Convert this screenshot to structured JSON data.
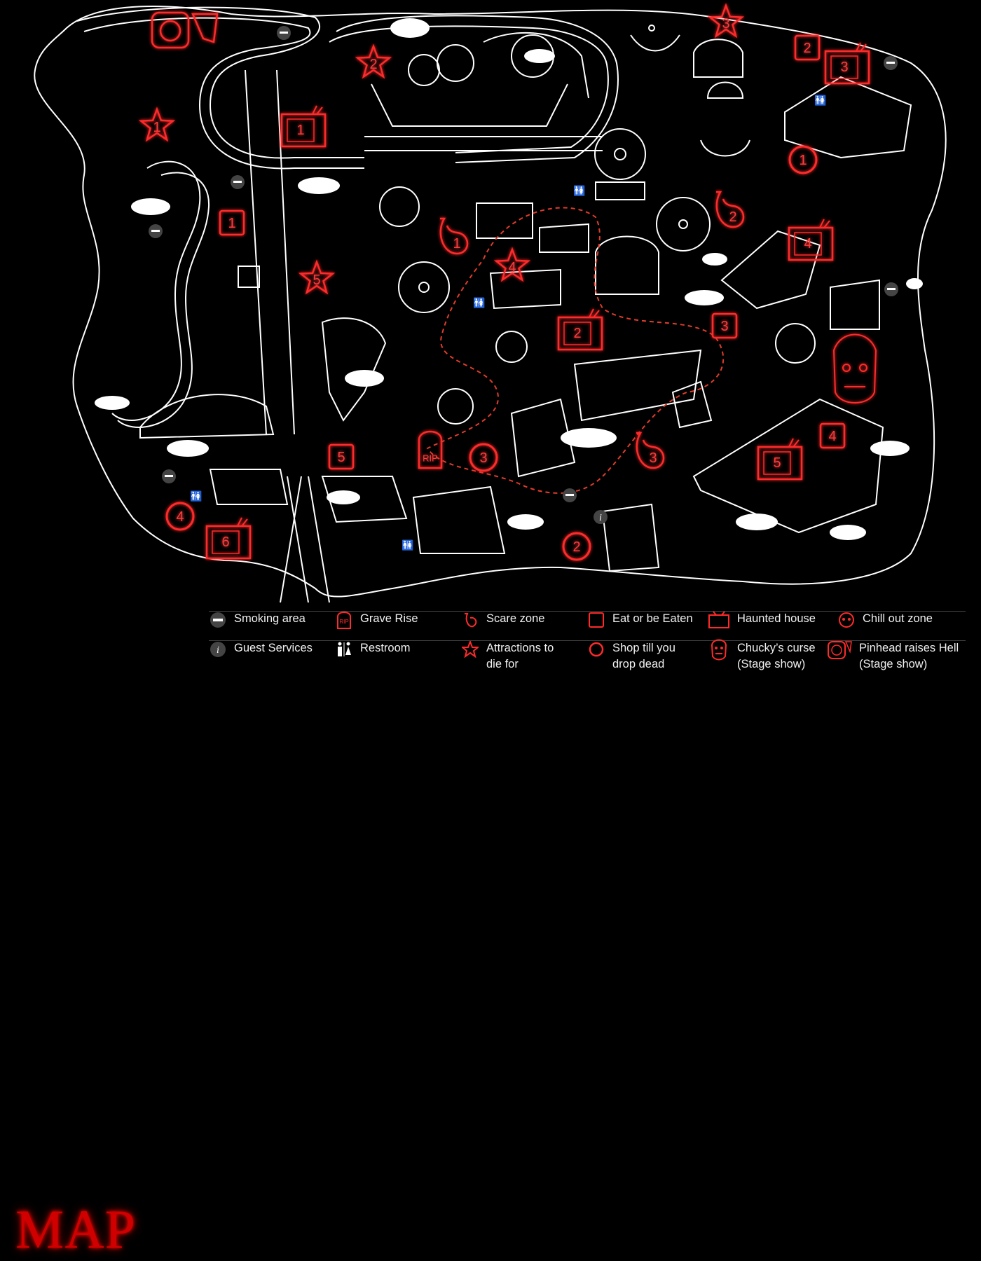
{
  "map": {
    "title": "MAP",
    "colors": {
      "background": "#000000",
      "line": "#ffffff",
      "neon_red": "#ff2a2a",
      "path_dashed": "#e23b2b"
    },
    "markers": {
      "attractions": [
        "1",
        "2",
        "3",
        "4",
        "5"
      ],
      "haunted_houses": [
        "1",
        "2",
        "3",
        "4",
        "5",
        "6"
      ],
      "eat_or_be_eaten": [
        "1",
        "2",
        "3",
        "4",
        "5"
      ],
      "shop_till_you_drop": [
        "1",
        "2",
        "3",
        "4"
      ],
      "scare_zones": [
        "1",
        "2",
        "3"
      ],
      "grave_rise_label": "RIP"
    }
  },
  "legend": {
    "items": [
      {
        "icon": "smoking-area-icon",
        "label": "Smoking area"
      },
      {
        "icon": "grave-rise-icon",
        "label": "Grave Rise"
      },
      {
        "icon": "scare-zone-icon",
        "label": "Scare zone"
      },
      {
        "icon": "eat-or-be-eaten-icon",
        "label": "Eat or be Eaten"
      },
      {
        "icon": "haunted-house-icon",
        "label": "Haunted house"
      },
      {
        "icon": "chill-out-zone-icon",
        "label": "Chill out zone"
      },
      {
        "icon": "guest-services-icon",
        "label": "Guest Services"
      },
      {
        "icon": "restroom-icon",
        "label": "Restroom"
      },
      {
        "icon": "attractions-star-icon",
        "label": "Attractions to\ndie for"
      },
      {
        "icon": "shop-icon",
        "label": "Shop till you\ndrop dead"
      },
      {
        "icon": "chucky-icon",
        "label": "Chucky’s curse\n(Stage show)"
      },
      {
        "icon": "pinhead-icon",
        "label": "Pinhead raises Hell\n(Stage show)"
      }
    ]
  }
}
